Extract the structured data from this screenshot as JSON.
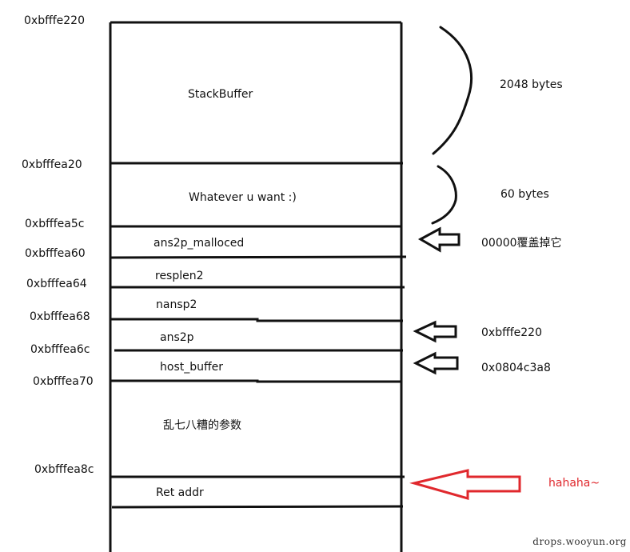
{
  "addresses": [
    "0xbfffe220",
    "0xbfffea20",
    "0xbfffea5c",
    "0xbfffea60",
    "0xbfffea64",
    "0xbfffea68",
    "0xbfffea6c",
    "0xbfffea70",
    "0xbfffea8c"
  ],
  "blocks": [
    "StackBuffer",
    "Whatever u want :)",
    "ans2p_malloced",
    "resplen2",
    "nansp2",
    "ans2p",
    "host_buffer",
    "乱七八糟的参数",
    "Ret addr"
  ],
  "sizes": {
    "stack_buffer": "2048 bytes",
    "whatever": "60 bytes"
  },
  "notes": {
    "ans2p_malloced": "00000覆盖掉它",
    "ans2p": "0xbfffe220",
    "host_buffer": "0x0804c3a8",
    "ret_addr": "hahaha~"
  },
  "colors": {
    "line": "#111111",
    "highlight": "#e0282d"
  },
  "watermark": "drops.wooyun.org"
}
